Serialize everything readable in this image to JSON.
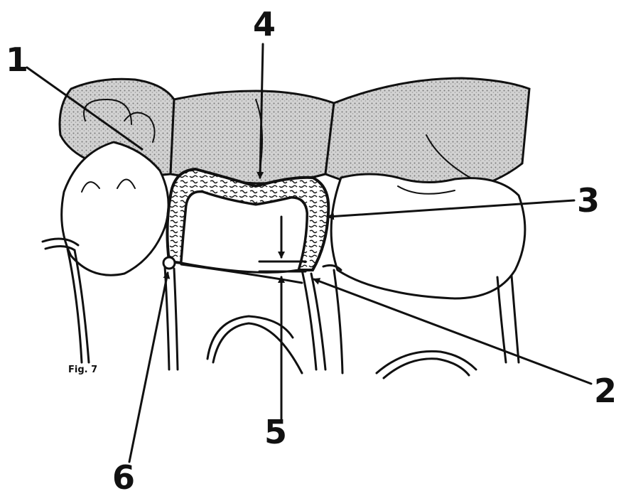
{
  "figure": {
    "caption": "Fig. 7",
    "labels": {
      "l1": "1",
      "l2": "2",
      "l3": "3",
      "l4": "4",
      "l5": "5",
      "l6": "6"
    },
    "colors": {
      "ink": "#111111",
      "shading": "#c9c9c9",
      "background": "#ffffff"
    }
  }
}
